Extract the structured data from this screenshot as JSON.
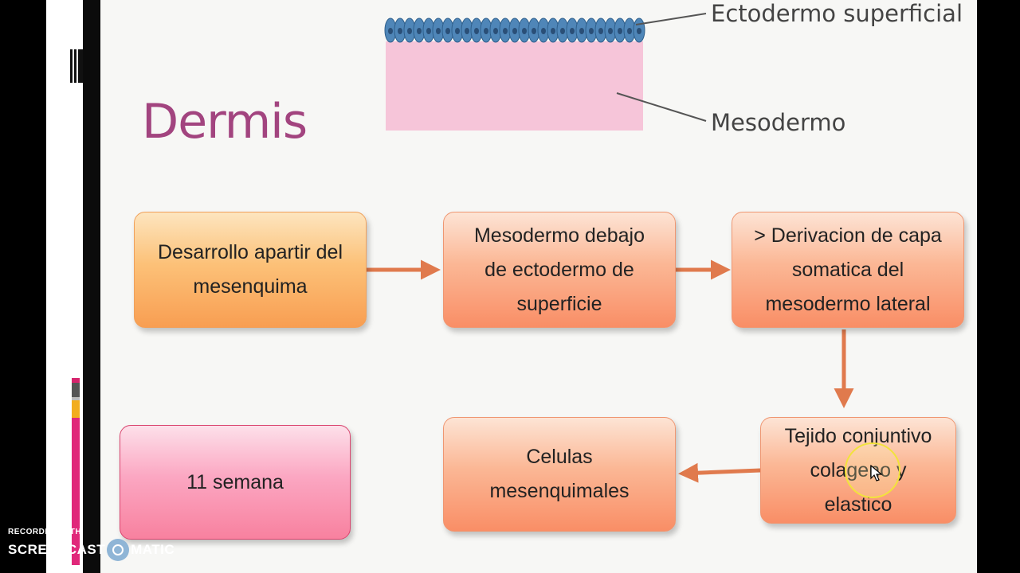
{
  "slide": {
    "title": "Dermis",
    "illustration": {
      "label_top": "Ectodermo superficial",
      "label_bottom": "Mesodermo"
    }
  },
  "flow": {
    "node1": [
      "Desarrollo apartir del",
      "mesenquima"
    ],
    "node2": [
      "Mesodermo debajo",
      "de ectodermo de",
      "superficie"
    ],
    "node3": [
      "> Derivacion de capa",
      "somatica del",
      "mesodermo lateral"
    ],
    "node4": [
      "Tejido conjuntivo",
      "colageno y",
      "elastico"
    ],
    "node5": [
      "Celulas",
      "mesenquimales"
    ],
    "node6": [
      "11 semana"
    ]
  },
  "colors": {
    "title": "#a2447f",
    "arrow": "#e07a4d",
    "ectoderm_cells": "#4f86b8",
    "mesoderm_tissue": "#f7c9dc",
    "node_orange": "#fcc178",
    "node_salmon": "#fbb795",
    "node_pink": "#fba7c2"
  },
  "watermark": {
    "line1": "RECORDED WITH",
    "left": "SCREENCAST",
    "right": "MATIC"
  }
}
